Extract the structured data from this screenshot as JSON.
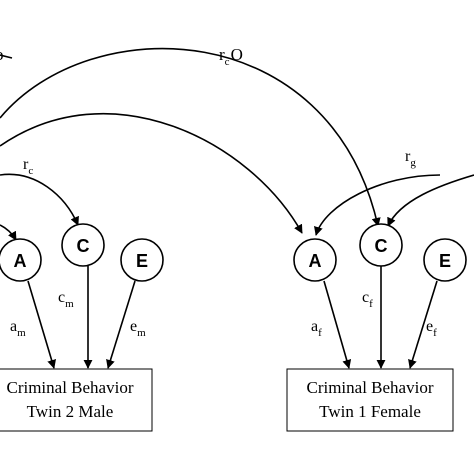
{
  "colors": {
    "ink": "#000000",
    "background": "#ffffff"
  },
  "left_twin": {
    "latent_A": "A",
    "latent_C": "C",
    "latent_E": "E",
    "path_a": {
      "base": "a",
      "sub": "m"
    },
    "path_c": {
      "base": "c",
      "sub": "m"
    },
    "path_e": {
      "base": "e",
      "sub": "m"
    },
    "outcome_line1": "Criminal Behavior",
    "outcome_line2": "Twin 2 Male"
  },
  "right_twin": {
    "latent_A": "A",
    "latent_C": "C",
    "latent_E": "E",
    "path_a": {
      "base": "a",
      "sub": "f"
    },
    "path_c": {
      "base": "c",
      "sub": "f"
    },
    "path_e": {
      "base": "e",
      "sub": "f"
    },
    "outcome_line1": "Criminal Behavior",
    "outcome_line2": "Twin 1 Female"
  },
  "correlations": {
    "rc_left": {
      "base": "r",
      "sub": "c"
    },
    "rg_right": {
      "base": "r",
      "sub": "g"
    },
    "rcO": {
      "base": "r",
      "sub": "c",
      "suffix": "O"
    },
    "top_left_fragment": "o"
  }
}
